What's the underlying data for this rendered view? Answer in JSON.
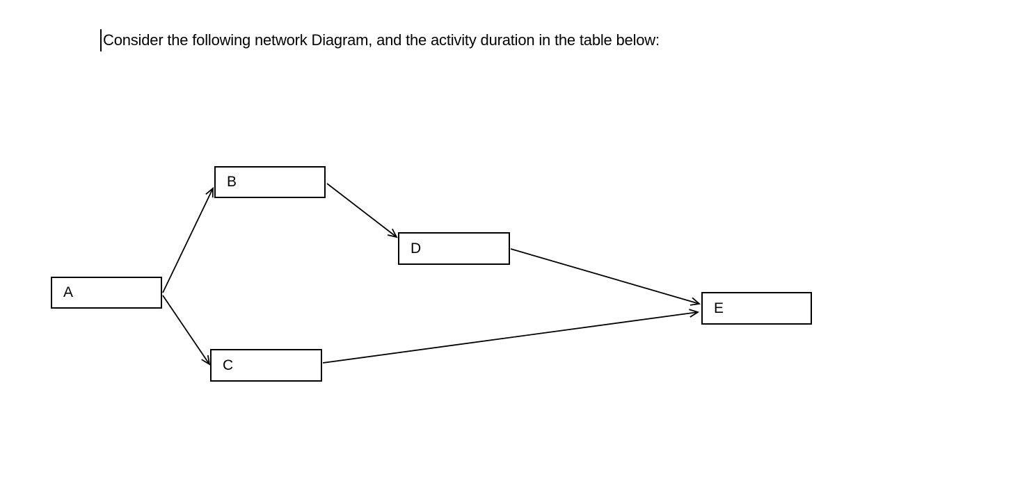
{
  "page": {
    "title": "Consider the following network Diagram, and the activity duration in the table below:"
  },
  "diagram": {
    "type": "activity-network",
    "nodes": [
      {
        "id": "A",
        "label": "A"
      },
      {
        "id": "B",
        "label": "B"
      },
      {
        "id": "C",
        "label": "C"
      },
      {
        "id": "D",
        "label": "D"
      },
      {
        "id": "E",
        "label": "E"
      }
    ],
    "edges": [
      {
        "from": "A",
        "to": "B"
      },
      {
        "from": "A",
        "to": "C"
      },
      {
        "from": "B",
        "to": "D"
      },
      {
        "from": "D",
        "to": "E"
      },
      {
        "from": "C",
        "to": "E"
      }
    ],
    "colors": {
      "stroke": "#000000",
      "background": "#ffffff"
    }
  }
}
